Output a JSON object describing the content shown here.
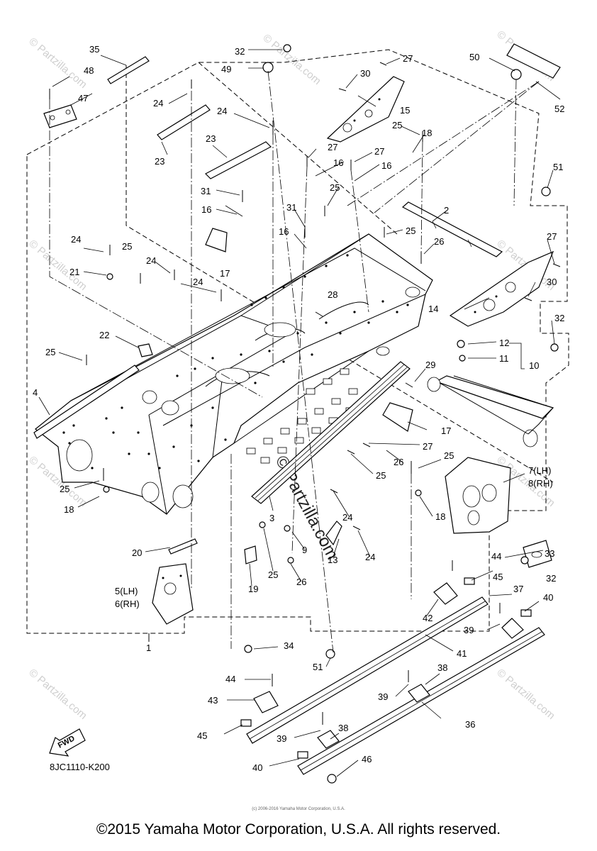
{
  "diagram": {
    "code": "8JC1110-K200",
    "fwd_label": "FWD",
    "watermark": "© Partzilla.com",
    "center_watermark": "© Partzilla.com",
    "tiny_copyright": "(c) 2006-2016 Yamaha Motor Corporation, U.S.A.",
    "copyright": "©2015 Yamaha Motor Corporation, U.S.A. All rights reserved.",
    "labels": {
      "l1": "1",
      "l2": "2",
      "l3": "3",
      "l4": "4",
      "l5": "5(LH)",
      "l6": "6(RH)",
      "l7": "7(LH)",
      "l8": "8(RH)",
      "l9": "9",
      "l10": "10",
      "l11": "11",
      "l12": "12",
      "l13": "13",
      "l14": "14",
      "l15": "15",
      "l16a": "16",
      "l16b": "16",
      "l16c": "16",
      "l16d": "16",
      "l17a": "17",
      "l17b": "17",
      "l18a": "18",
      "l18b": "18",
      "l18c": "18",
      "l19": "19",
      "l20": "20",
      "l21": "21",
      "l22": "22",
      "l23a": "23",
      "l23b": "23",
      "l24a": "24",
      "l24b": "24",
      "l24c": "24",
      "l24d": "24",
      "l24e": "24",
      "l24f": "24",
      "l24g": "24",
      "l25a": "25",
      "l25b": "25",
      "l25c": "25",
      "l25d": "25",
      "l25e": "25",
      "l25f": "25",
      "l25g": "25",
      "l25h": "25",
      "l25i": "25",
      "l26a": "26",
      "l26b": "26",
      "l26c": "26",
      "l27a": "27",
      "l27b": "27",
      "l27c": "27",
      "l27d": "27",
      "l27e": "27",
      "l28": "28",
      "l29": "29",
      "l30a": "30",
      "l30b": "30",
      "l31a": "31",
      "l31b": "31",
      "l32a": "32",
      "l32b": "32",
      "l32c": "32",
      "l33": "33",
      "l34": "34",
      "l35": "35",
      "l36": "36",
      "l37": "37",
      "l38a": "38",
      "l38b": "38",
      "l39a": "39",
      "l39b": "39",
      "l39c": "39",
      "l40a": "40",
      "l40b": "40",
      "l41": "41",
      "l42": "42",
      "l43": "43",
      "l44a": "44",
      "l44b": "44",
      "l45a": "45",
      "l45b": "45",
      "l46": "46",
      "l47": "47",
      "l48": "48",
      "l49": "49",
      "l50": "50",
      "l51a": "51",
      "l51b": "51",
      "l52": "52"
    }
  }
}
